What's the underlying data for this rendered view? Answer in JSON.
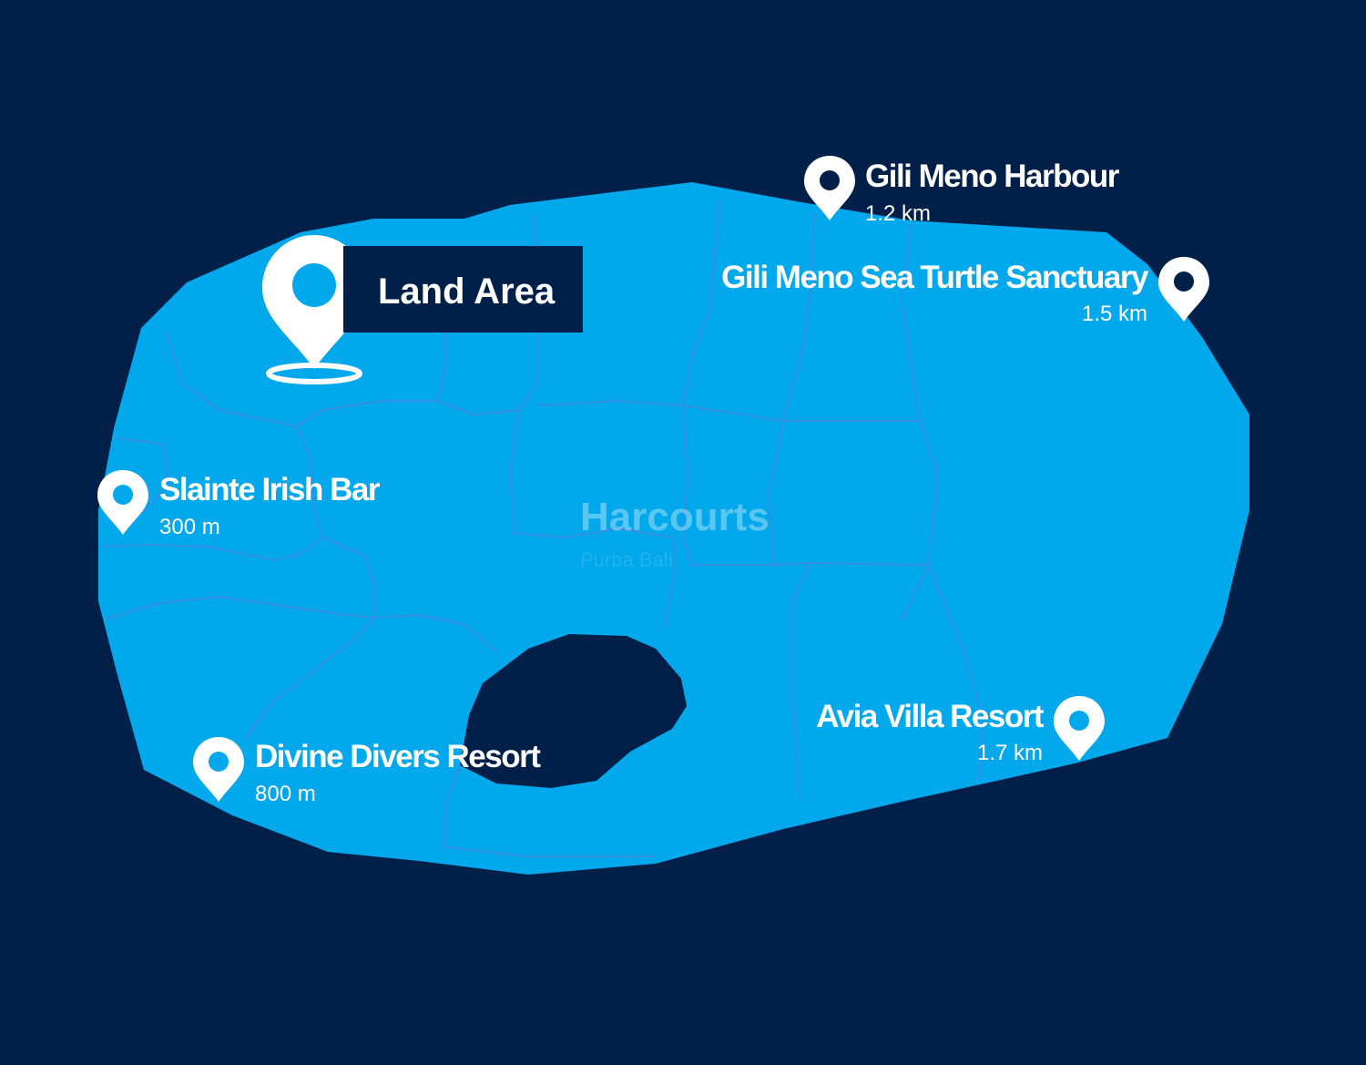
{
  "colors": {
    "background": "#00204a",
    "land": "#01a8eb",
    "boundary": "#3b8be0",
    "pin": "#ffffff"
  },
  "land_area": {
    "label": "Land Area",
    "icon": "map-pin-with-ring-icon"
  },
  "watermark": {
    "brand": "Harcourts",
    "sub": "Purba Bali"
  },
  "places": [
    {
      "name": "Gili Meno Harbour",
      "distance": "1.2 km",
      "icon": "location-pin-icon"
    },
    {
      "name": "Gili Meno Sea Turtle Sanctuary",
      "distance": "1.5 km",
      "icon": "location-pin-icon"
    },
    {
      "name": "Slainte Irish Bar",
      "distance": "300 m",
      "icon": "location-pin-icon"
    },
    {
      "name": "Divine Divers Resort",
      "distance": "800 m",
      "icon": "location-pin-icon"
    },
    {
      "name": "Avia Villa Resort",
      "distance": "1.7 km",
      "icon": "location-pin-icon"
    }
  ]
}
